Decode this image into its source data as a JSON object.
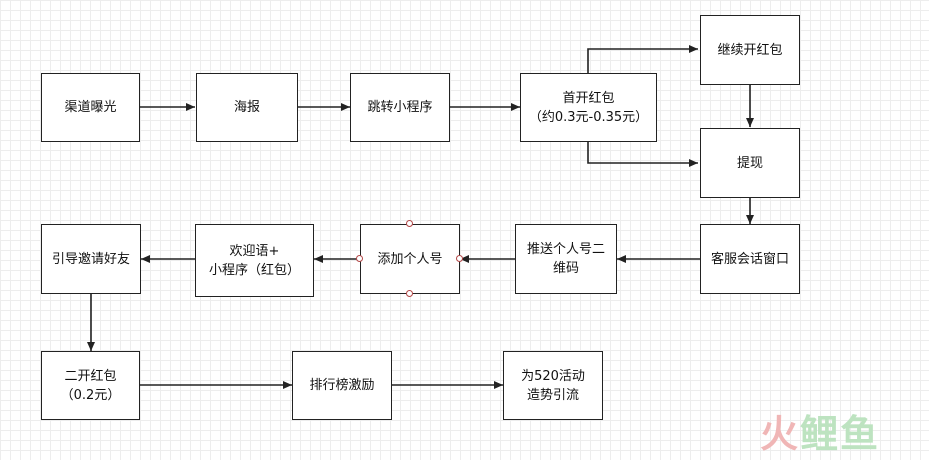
{
  "diagram": {
    "nodes": {
      "channel": [
        "渠道曝光"
      ],
      "poster": [
        "海报"
      ],
      "mini_program": [
        "跳转小程序"
      ],
      "first_packet": [
        "首开红包",
        "（约0.3元-0.35元）"
      ],
      "continue_packet": [
        "继续开红包"
      ],
      "withdraw": [
        "提现"
      ],
      "service_window": [
        "客服会话窗口"
      ],
      "push_qr": [
        "推送个人号二",
        "维码"
      ],
      "add_personal": [
        "添加个人号"
      ],
      "welcome": [
        "欢迎语+",
        "小程序（红包）"
      ],
      "invite": [
        "引导邀请好友"
      ],
      "second_packet": [
        "二开红包",
        "（0.2元）"
      ],
      "leaderboard": [
        "排行榜激励"
      ],
      "campaign": [
        "为520活动",
        "造势引流"
      ]
    },
    "edges": [
      [
        "channel",
        "poster"
      ],
      [
        "poster",
        "mini_program"
      ],
      [
        "mini_program",
        "first_packet"
      ],
      [
        "first_packet",
        "continue_packet"
      ],
      [
        "first_packet",
        "withdraw"
      ],
      [
        "continue_packet",
        "withdraw"
      ],
      [
        "withdraw",
        "service_window"
      ],
      [
        "service_window",
        "push_qr"
      ],
      [
        "push_qr",
        "add_personal"
      ],
      [
        "add_personal",
        "welcome"
      ],
      [
        "welcome",
        "invite"
      ],
      [
        "invite",
        "second_packet"
      ],
      [
        "second_packet",
        "leaderboard"
      ],
      [
        "leaderboard",
        "campaign"
      ]
    ]
  },
  "watermark": {
    "part1": "火",
    "part2": "鲤鱼"
  },
  "colors": {
    "line": "#222222",
    "grid": "#ededed",
    "handle": "#b34747"
  }
}
